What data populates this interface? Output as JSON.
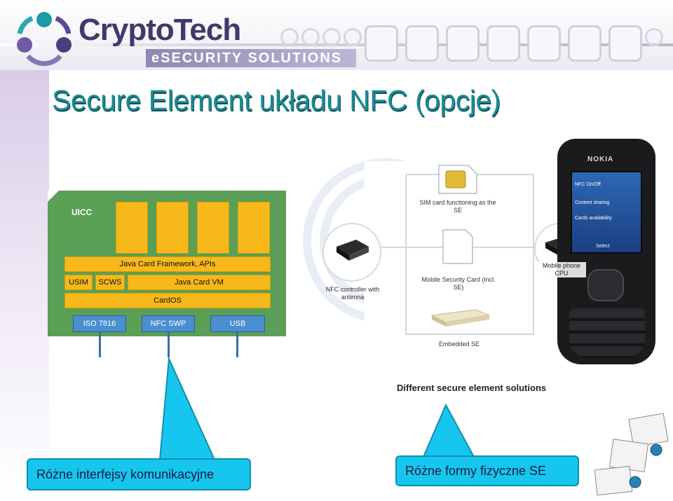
{
  "header": {
    "brand_name": "CryptoTech",
    "brand_tagline": "eSECURITY SOLUTIONS"
  },
  "slide": {
    "title": "Secure Element układu NFC (opcje)"
  },
  "uicc": {
    "label": "UICC",
    "framework": "Java Card Framework, APIs",
    "usim": "USIM",
    "scws": "SCWS",
    "vm": "Java Card VM",
    "os": "CardOS",
    "ports": [
      "ISO 7816",
      "NFC SWP",
      "USB"
    ]
  },
  "se_figure": {
    "nfc_controller": "NFC controller with antenna",
    "sim_label": "SIM card functioning as the SE",
    "msc_label": "Mobile Security Card (incl. SE)",
    "embedded_label": "Embedded SE",
    "cpu_label": "Mobile phone CPU",
    "caption": "Different secure element solutions",
    "phone_brand": "NOKIA",
    "phone_screen": [
      "NFC On/Off",
      "Content sharing",
      "Cards availability",
      "Select"
    ]
  },
  "callouts": {
    "left": "Różne interfejsy komunikacyjne",
    "right": "Różne formy fizyczne SE"
  },
  "colors": {
    "title": "#1b8a93",
    "uicc_board": "#5a9f55",
    "uicc_block": "#f7b81b",
    "port": "#4a8fd0",
    "callout": "#16c6ee"
  }
}
